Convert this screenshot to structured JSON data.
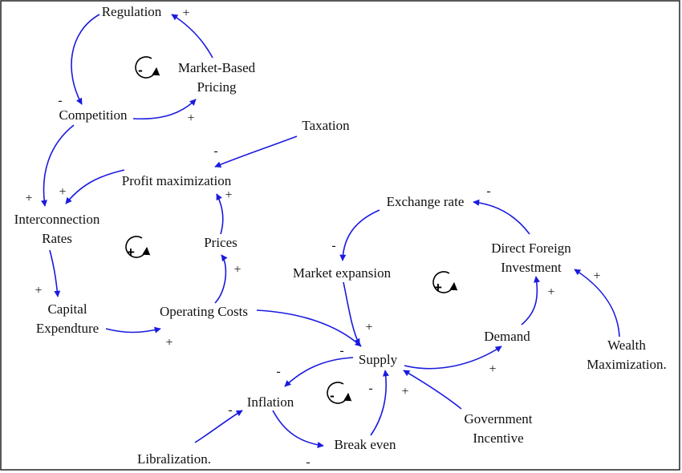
{
  "colors": {
    "link": "#1a1adf",
    "text": "#111111",
    "frame": "#222222",
    "loop_marker": "#000000"
  },
  "variables": {
    "regulation": "Regulation",
    "market_based_pricing": [
      "Market-Based",
      "Pricing"
    ],
    "competition": "Competition",
    "taxation": "Taxation",
    "profit_maximization": "Profit maximization",
    "interconnection_rates": [
      "Interconnection",
      "Rates"
    ],
    "prices": "Prices",
    "capital_expenditure": [
      "Capital",
      "Expendture"
    ],
    "operating_costs": "Operating Costs",
    "exchange_rate": "Exchange rate",
    "market_expansion": "Market expansion",
    "direct_foreign_investment": [
      "Direct Foreign",
      "Investment"
    ],
    "supply": "Supply",
    "demand": "Demand",
    "wealth_maximization": [
      "Wealth",
      "Maximization."
    ],
    "inflation": "Inflation",
    "break_even": "Break even",
    "government_incentive": [
      "Government",
      "Incentive"
    ],
    "libralization": "Libralization."
  },
  "link_signs": {
    "competition_to_market_pricing": "+",
    "market_pricing_to_regulation": "+",
    "regulation_to_competition": "-",
    "taxation_to_profit": "-",
    "profit_to_interconnection": "+",
    "competition_to_interconnection": "+",
    "interconnection_to_capex": "+",
    "capex_to_operating_costs": "+",
    "operating_costs_to_prices": "+",
    "prices_to_profit": "+",
    "operating_costs_to_supply": "+",
    "market_expansion_to_supply": "",
    "supply_to_inflation": "-",
    "supply_minus": "-",
    "libralization_to_inflation": "-",
    "inflation_to_break_even": "-",
    "break_even_to_supply": "-",
    "gov_incentive_to_supply": "+",
    "supply_to_demand": "+",
    "demand_to_dfi": "+",
    "wealth_to_dfi": "+",
    "dfi_to_exchange_rate": "-",
    "exchange_rate_to_market_expansion": "-"
  },
  "loop_markers": [
    {
      "id": "regulation-loop",
      "polarity": "-"
    },
    {
      "id": "cost-loop",
      "polarity": "+"
    },
    {
      "id": "demand-loop",
      "polarity": "+"
    },
    {
      "id": "inflation-loop",
      "polarity": "-"
    }
  ]
}
